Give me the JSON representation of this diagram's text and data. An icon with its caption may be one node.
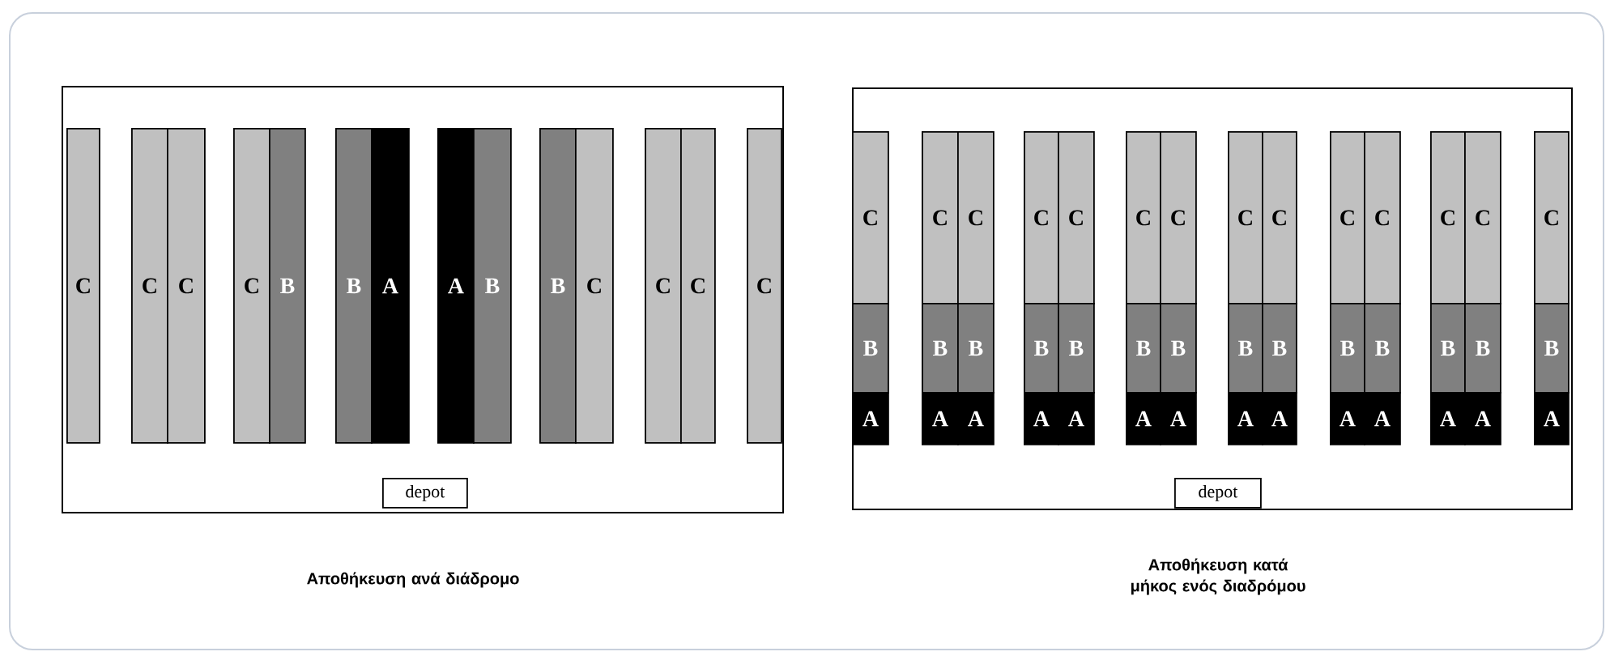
{
  "diagram": {
    "nodes": [
      {
        "text": [],
        "shape": "box"
      },
      {
        "text": [
          "C"
        ],
        "in": 0
      },
      {
        "text": [
          "C"
        ],
        "in": 0
      },
      {
        "text": [
          "C"
        ],
        "in": 0
      },
      {
        "text": [
          "C"
        ],
        "in": 0
      },
      {
        "text": [
          "B"
        ],
        "in": 0
      },
      {
        "text": [
          "B"
        ],
        "in": 0
      },
      {
        "text": [
          "A"
        ],
        "in": 0
      },
      {
        "text": [
          "A"
        ],
        "in": 0
      },
      {
        "text": [
          "B"
        ],
        "in": 0
      },
      {
        "text": [
          "B"
        ],
        "in": 0
      },
      {
        "text": [
          "C"
        ],
        "in": 0
      },
      {
        "text": [
          "C"
        ],
        "in": 0
      },
      {
        "text": [
          "C"
        ],
        "in": 0
      },
      {
        "text": [
          "C"
        ],
        "in": 0
      },
      {
        "text": [
          "depot"
        ],
        "in": 0
      },
      {
        "text": [],
        "shape": "box"
      },
      {
        "text": [
          "C"
        ],
        "in": 16
      },
      {
        "text": [
          "B"
        ],
        "in": 16
      },
      {
        "text": [
          "A"
        ],
        "in": 16
      },
      {
        "text": [
          "C"
        ],
        "in": 16
      },
      {
        "text": [
          "B"
        ],
        "in": 16
      },
      {
        "text": [
          "A"
        ],
        "in": 16
      },
      {
        "text": [
          "C"
        ],
        "in": 16
      },
      {
        "text": [
          "B"
        ],
        "in": 16
      },
      {
        "text": [
          "A"
        ],
        "in": 16
      },
      {
        "text": [
          "C"
        ],
        "in": 16
      },
      {
        "text": [
          "B"
        ],
        "in": 16
      },
      {
        "text": [
          "A"
        ],
        "in": 16
      },
      {
        "text": [
          "C"
        ],
        "in": 16
      },
      {
        "text": [
          "B"
        ],
        "in": 16
      },
      {
        "text": [
          "A"
        ],
        "in": 16
      },
      {
        "text": [
          "C"
        ],
        "in": 16
      },
      {
        "text": [
          "B"
        ],
        "in": 16
      },
      {
        "text": [
          "A"
        ],
        "in": 16
      },
      {
        "text": [
          "C"
        ],
        "in": 16
      },
      {
        "text": [
          "B"
        ],
        "in": 16
      },
      {
        "text": [
          "A"
        ],
        "in": 16
      },
      {
        "text": [
          "C"
        ],
        "in": 16
      },
      {
        "text": [
          "B"
        ],
        "in": 16
      },
      {
        "text": [
          "A"
        ],
        "in": 16
      },
      {
        "text": [
          "C"
        ],
        "in": 16
      },
      {
        "text": [
          "B"
        ],
        "in": 16
      },
      {
        "text": [
          "A"
        ],
        "in": 16
      },
      {
        "text": [
          "C"
        ],
        "in": 16
      },
      {
        "text": [
          "B"
        ],
        "in": 16
      },
      {
        "text": [
          "A"
        ],
        "in": 16
      },
      {
        "text": [
          "C"
        ],
        "in": 16
      },
      {
        "text": [
          "B"
        ],
        "in": 16
      },
      {
        "text": [
          "A"
        ],
        "in": 16
      },
      {
        "text": [
          "C"
        ],
        "in": 16
      },
      {
        "text": [
          "B"
        ],
        "in": 16
      },
      {
        "text": [
          "A"
        ],
        "in": 16
      },
      {
        "text": [
          "C"
        ],
        "in": 16
      },
      {
        "text": [
          "B"
        ],
        "in": 16
      },
      {
        "text": [
          "A"
        ],
        "in": 16
      },
      {
        "text": [
          "C"
        ],
        "in": 16
      },
      {
        "text": [
          "B"
        ],
        "in": 16
      },
      {
        "text": [
          "A"
        ],
        "in": 16
      },
      {
        "text": [
          "depot"
        ],
        "in": 16
      }
    ],
    "labels": [
      "Αποθήκευση ανά διάδρομο",
      "Αποθήκευση κατά μήκος ενός διαδρόμου"
    ]
  }
}
